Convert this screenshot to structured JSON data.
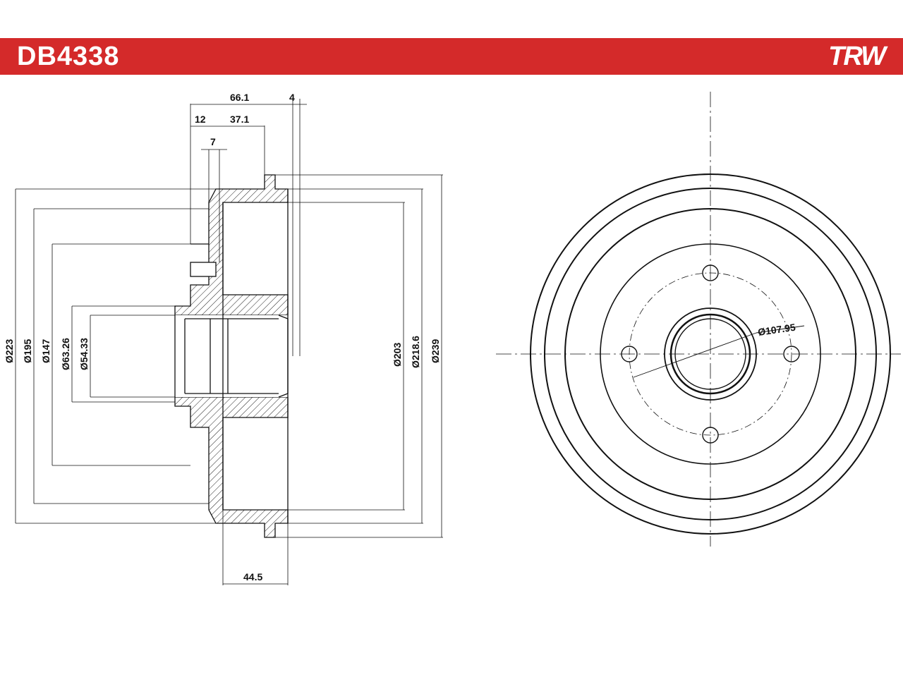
{
  "header": {
    "part_number": "DB4338",
    "brand": "TRW",
    "color": "#d42a2a"
  },
  "side_view": {
    "top_dims": {
      "d1": "66.1",
      "d2": "4",
      "d3": "12",
      "d4": "37.1",
      "d5": "7"
    },
    "bottom_dim": "44.5",
    "left_dims": {
      "l1": "Ø223",
      "l2": "Ø195",
      "l3": "Ø147",
      "l4": "Ø63.26",
      "l5": "Ø54.33"
    },
    "right_dims": {
      "r1": "Ø203",
      "r2": "Ø218.6",
      "r3": "Ø239"
    }
  },
  "front_view": {
    "pcd_label": "Ø107.95"
  }
}
